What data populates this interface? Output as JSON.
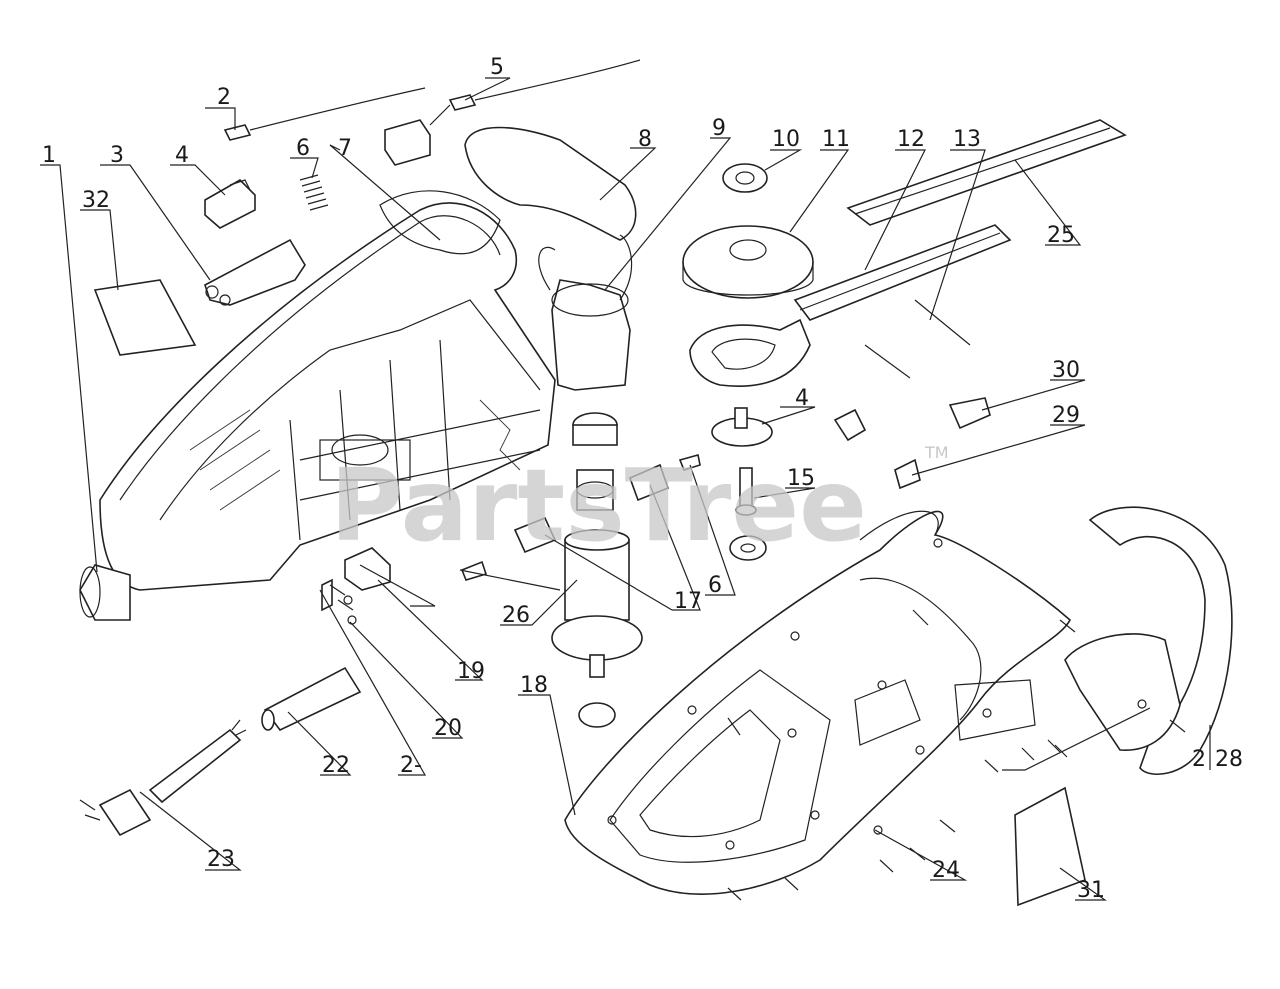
{
  "watermark": {
    "text": "PartsTree",
    "trademark": "TM"
  },
  "callouts": [
    {
      "id": "c1",
      "label": "1"
    },
    {
      "id": "c2",
      "label": "2"
    },
    {
      "id": "c3",
      "label": "3"
    },
    {
      "id": "c4",
      "label": "4"
    },
    {
      "id": "c5",
      "label": "5"
    },
    {
      "id": "c6",
      "label": "6"
    },
    {
      "id": "c7",
      "label": "7"
    },
    {
      "id": "c8",
      "label": "8"
    },
    {
      "id": "c9",
      "label": "9"
    },
    {
      "id": "c10",
      "label": "10"
    },
    {
      "id": "c11",
      "label": "11"
    },
    {
      "id": "c12",
      "label": "12"
    },
    {
      "id": "c13",
      "label": "13"
    },
    {
      "id": "c14",
      "label": "4"
    },
    {
      "id": "c15",
      "label": "15"
    },
    {
      "id": "c16",
      "label": "6"
    },
    {
      "id": "c17",
      "label": "17"
    },
    {
      "id": "c18",
      "label": "18"
    },
    {
      "id": "c19",
      "label": "19"
    },
    {
      "id": "c20",
      "label": "20"
    },
    {
      "id": "c21",
      "label": "2-"
    },
    {
      "id": "c22",
      "label": "22"
    },
    {
      "id": "c23",
      "label": "23"
    },
    {
      "id": "c24",
      "label": "24"
    },
    {
      "id": "c25",
      "label": "25"
    },
    {
      "id": "c26",
      "label": "26"
    },
    {
      "id": "c27",
      "label": "2"
    },
    {
      "id": "c28",
      "label": "28"
    },
    {
      "id": "c29",
      "label": "29"
    },
    {
      "id": "c30",
      "label": "30"
    },
    {
      "id": "c31",
      "label": "31"
    },
    {
      "id": "c32",
      "label": "32"
    }
  ]
}
